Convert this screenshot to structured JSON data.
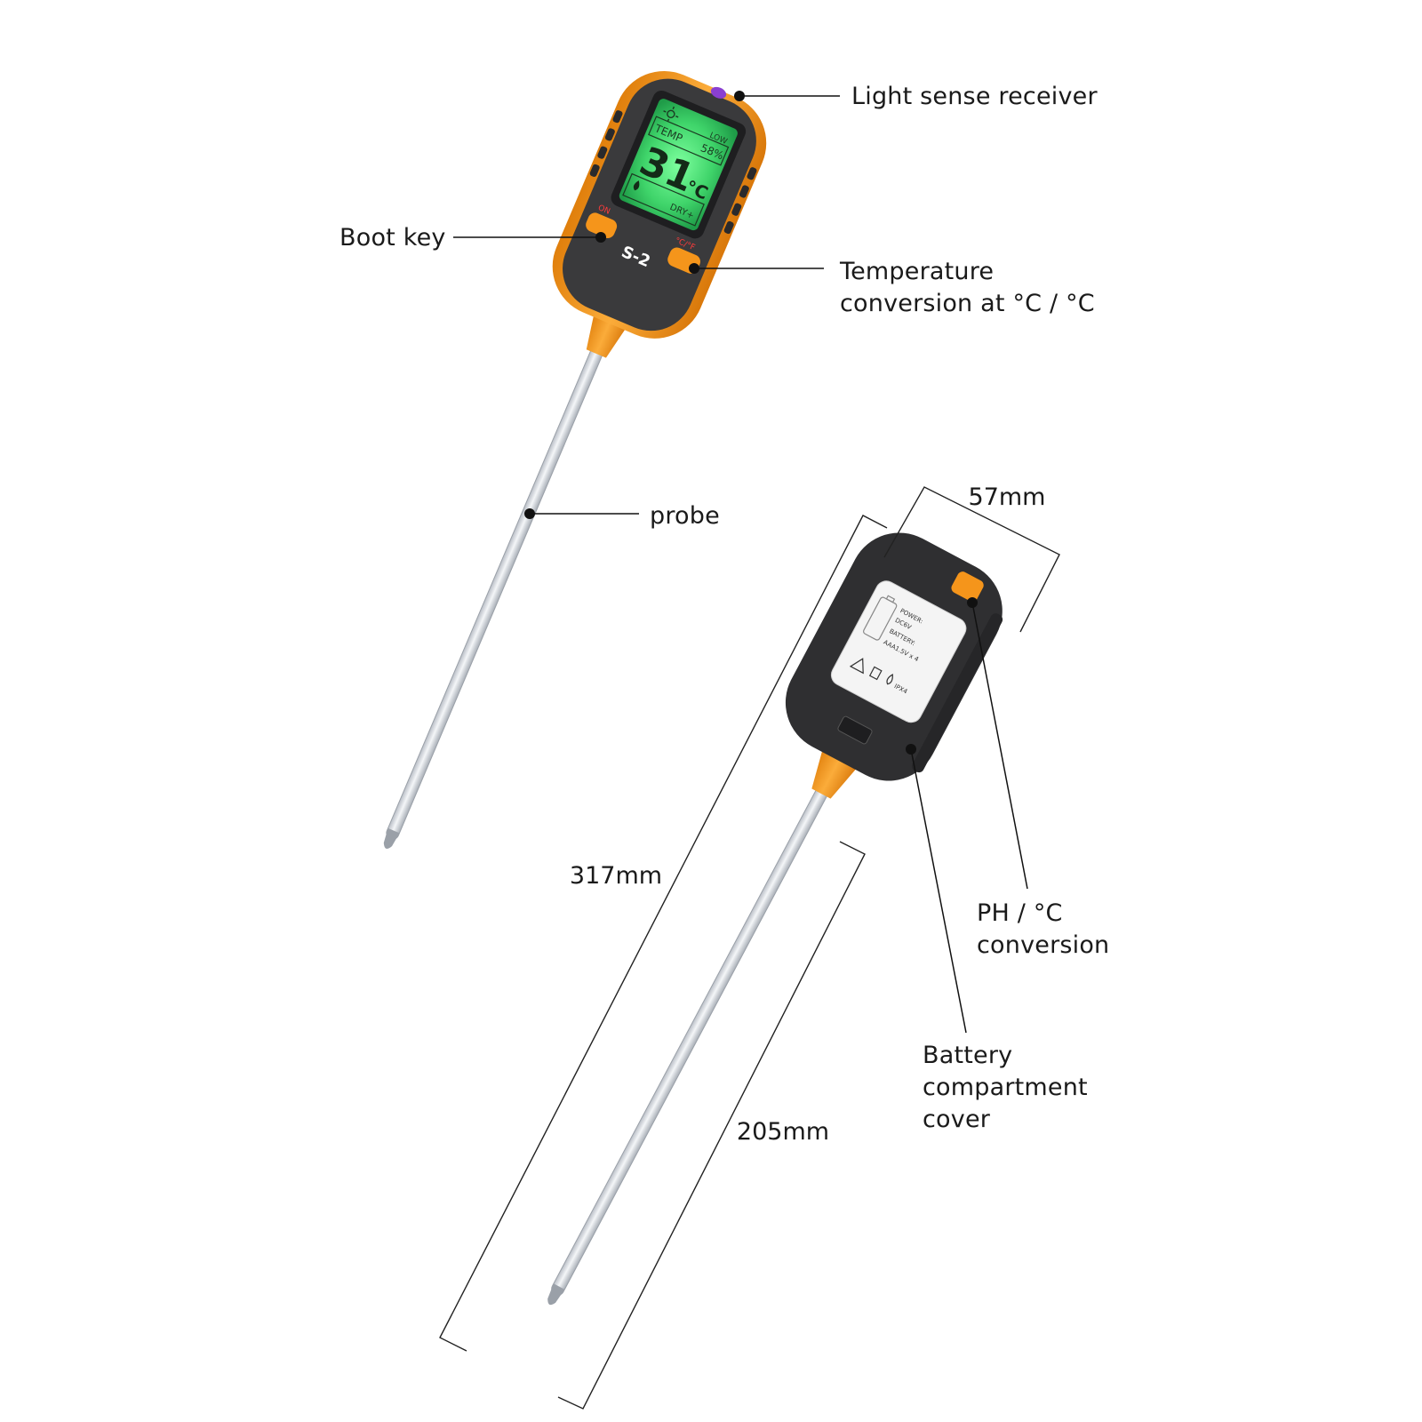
{
  "colors": {
    "accent": "#f39a1e",
    "body": "#3a3a3c",
    "screen": "#4cd47a",
    "probe": "#d9dde3",
    "sensor": "#8a3fd1",
    "callout": "#111111"
  },
  "front_device": {
    "screen": {
      "low": "LOW",
      "temp": "TEMP",
      "percent": "58%",
      "value": "31",
      "unit": "°C",
      "dry": "DRY+"
    },
    "on_key": "ON",
    "unit_key": "°C/°F",
    "model": "S-2"
  },
  "back_device": {
    "label_lines": [
      "POWER:",
      "DC6V",
      "BATTERY:",
      "AAA1.5V x 4",
      "IPX4"
    ]
  },
  "callouts": {
    "light_sense": "Light sense receiver",
    "boot_key": "Boot key",
    "temp_conversion": "Temperature\nconversion at °C / °C",
    "probe": "probe",
    "ph_conversion": "PH / °C\nconversion",
    "battery_cover": "Battery\ncompartment\ncover"
  },
  "dimensions": {
    "width": "57mm",
    "total_length": "317mm",
    "probe_length": "205mm"
  },
  "icons": [
    "sun-icon",
    "droplet-icon",
    "warning-icon",
    "trash-bin-icon",
    "water-drop-icon"
  ]
}
